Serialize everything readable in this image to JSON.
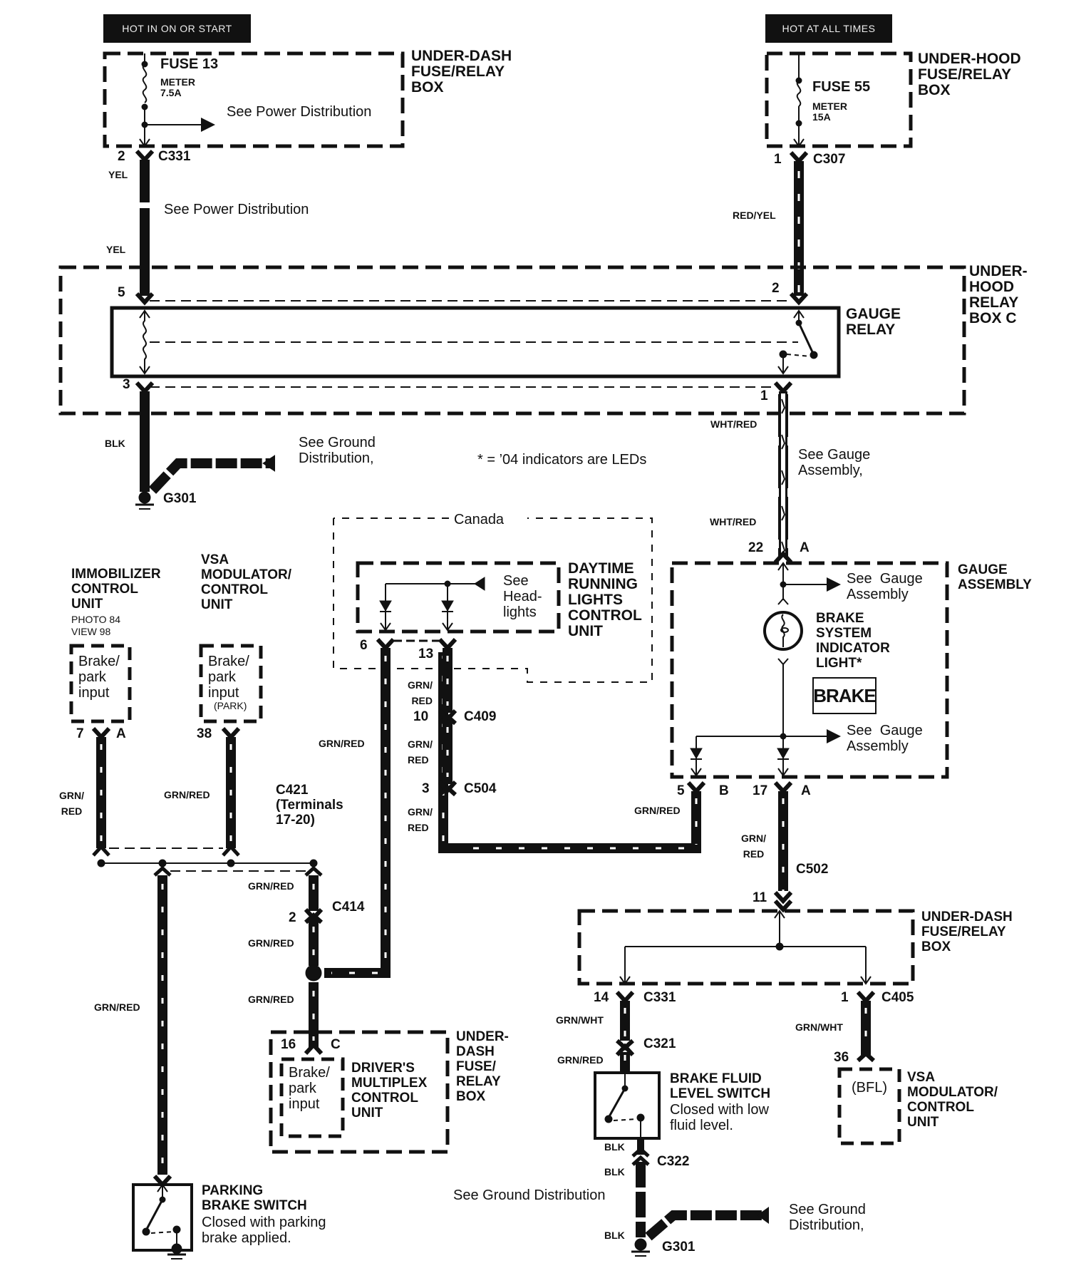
{
  "diagram": {
    "title": "Brake System Indicator Circuit",
    "colors": {
      "ink": "#111111",
      "background": "#ffffff",
      "wire_stripe": "#ffffff"
    },
    "power_labels": {
      "left": "HOT IN ON OR START",
      "right": "HOT AT ALL TIMES"
    },
    "components": {
      "underdash_fuse_box_top": {
        "name": "UNDER-DASH\nFUSE/RELAY\nBOX",
        "fuse": "FUSE 13",
        "fuse_desc": "METER\n7.5A",
        "note": "See Power Distribution"
      },
      "underhood_fuse_box": {
        "name": "UNDER-HOOD\nFUSE/RELAY\nBOX",
        "fuse": "FUSE 55",
        "fuse_desc": "METER\n15A"
      },
      "underhood_relay_box_c": {
        "name": "UNDER-\nHOOD\nRELAY\nBOX C",
        "relay": "GAUGE\nRELAY"
      },
      "drl_unit": {
        "name": "DAYTIME\nRUNNING\nLIGHTS\nCONTROL\nUNIT",
        "region": "Canada",
        "note": "See\nHead-\nlights"
      },
      "immobilizer": {
        "name": "IMMOBILIZER\nCONTROL\nUNIT",
        "ref": "PHOTO 84\nVIEW 98",
        "input": "Brake/\npark\ninput"
      },
      "vsa_top": {
        "name": "VSA\nMODULATOR/\nCONTROL\nUNIT",
        "input": "Brake/\npark\ninput",
        "input_sub": "(PARK)"
      },
      "gauge_assembly": {
        "name": "GAUGE\nASSEMBLY",
        "indicator": "BRAKE\nSYSTEM\nINDICATOR\nLIGHT*",
        "indicator_badge": "BRAKE",
        "note_top": "See  Gauge\nAssembly",
        "note_bottom": "See  Gauge\nAssembly"
      },
      "drivers_mux": {
        "name": "DRIVER'S\nMULTIPLEX\nCONTROL\nUNIT",
        "box": "UNDER-\nDASH\nFUSE/\nRELAY\nBOX",
        "input": "Brake/\npark\ninput"
      },
      "underdash_fuse_box_bottom": {
        "name": "UNDER-DASH\nFUSE/RELAY\nBOX"
      },
      "brake_fluid_switch": {
        "name": "BRAKE FLUID\nLEVEL SWITCH",
        "desc": "Closed with low\nfluid level."
      },
      "vsa_bottom": {
        "name": "VSA\nMODULATOR/\nCONTROL\nUNIT",
        "input": "(BFL)"
      },
      "parking_brake_switch": {
        "name": "PARKING\nBRAKE SWITCH",
        "desc": "Closed with parking\nbrake applied."
      }
    },
    "notes": {
      "see_power_dist": "See Power Distribution",
      "see_ground_dist_top": "See Ground\nDistribution,",
      "see_ground_dist_bottom": "See Ground\nDistribution,",
      "see_ground_dist_mid": "See Ground Distribution",
      "see_gauge_assembly": "See Gauge\nAssembly,",
      "led_note": "* = ’04 indicators are LEDs",
      "c421": "C421\n(Terminals\n17-20)"
    },
    "connectors": {
      "c331_top": "C331",
      "c307": "C307",
      "c409": "C409",
      "c504": "C504",
      "c414": "C414",
      "c502": "C502",
      "c331_bottom": "C331",
      "c405": "C405",
      "c321": "C321",
      "c322": "C322",
      "g301_top": "G301",
      "g301_bottom": "G301"
    },
    "pins": {
      "p2_c331": "2",
      "p1_c307": "1",
      "p5_relay": "5",
      "p2_relay": "2",
      "p3_relay": "3",
      "p1_relay": "1",
      "p22": "22",
      "p22_side": "A",
      "p6": "6",
      "p13": "13",
      "p10": "10",
      "p3_c504": "3",
      "p7": "7",
      "p7_side": "A",
      "p38": "38",
      "p2_c414": "2",
      "p16": "16",
      "p16_side": "C",
      "p5_gauge": "5",
      "p5_side": "B",
      "p17": "17",
      "p17_side": "A",
      "p11": "11",
      "p14": "14",
      "p1_c405": "1",
      "p36": "36"
    },
    "wires": {
      "yel1": "YEL",
      "yel2": "YEL",
      "red_yel": "RED/YEL",
      "blk_top": "BLK",
      "wht_red1": "WHT/RED",
      "wht_red2": "WHT/RED",
      "grn_red_drl13": "GRN/\nRED",
      "grn_red_c409": "GRN/\nRED",
      "grn_red_c504": "GRN/\nRED",
      "grn_red_drl6": "GRN/RED",
      "grn_red_immo": "GRN/\nRED",
      "grn_red_vsa": "GRN/RED",
      "grn_red_gauge5": "GRN/RED",
      "grn_red_gauge17": "GRN/\nRED",
      "grn_red_c414a": "GRN/RED",
      "grn_red_c414b": "GRN/RED",
      "grn_red_c414c": "GRN/RED",
      "grn_red_pbs": "GRN/RED",
      "grn_wht1": "GRN/WHT",
      "grn_red_bfl": "GRN/RED",
      "grn_wht2": "GRN/WHT",
      "blk_bfl1": "BLK",
      "blk_bfl2": "BLK",
      "blk_bfl3": "BLK"
    }
  }
}
